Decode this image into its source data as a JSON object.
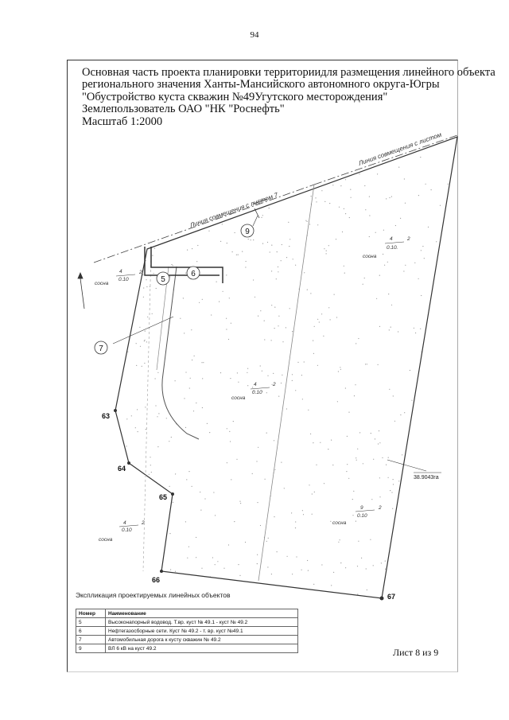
{
  "page_number": "94",
  "title_lines": [
    "Основная часть проекта планировки территориидля размещения линейного объекта",
    "регионального значения Ханты-Мансийского автономного округа-Югры",
    "\"Обустройство куста скважин №49Угутского месторождения\"",
    "Землепользователь ОАО \"НК \"Роснефть\"",
    "Масштаб 1:2000"
  ],
  "map": {
    "match_lines": [
      "Линия совмещения с листом 7",
      "Линия совмещения с листом"
    ],
    "forest_labels": [
      {
        "species": "сосна",
        "class": "4",
        "density": "0.10",
        "bonitet": "2"
      },
      {
        "species": "сосна",
        "class": "4",
        "density": "0.10",
        "bonitet": "2"
      },
      {
        "species": "сосна",
        "class": "4",
        "density": "0.10",
        "bonitet": "2"
      },
      {
        "species": "сосна",
        "class": "4",
        "density": "0.10",
        "bonitet": "2"
      },
      {
        "species": "сосна",
        "class": "9",
        "density": "0.10",
        "bonitet": "2"
      }
    ],
    "callouts": [
      "5",
      "6",
      "7",
      "9"
    ],
    "points": [
      "63",
      "64",
      "65",
      "66",
      "67"
    ],
    "area_label": "38.9043га"
  },
  "explication": {
    "title": "Экспликация проектируемых линейных объектов",
    "headers": [
      "Номер",
      "Наименование"
    ],
    "rows": [
      {
        "num": "5",
        "name": "Высоконапорный водовод. Т.вр. куст № 49.1 - куст № 49.2"
      },
      {
        "num": "6",
        "name": "Нефтегазосборные сети. Куст № 49.2 - т. вр. куст №49.1"
      },
      {
        "num": "7",
        "name": "Автомобильная дорога к кусту скважин № 49.2"
      },
      {
        "num": "9",
        "name": "ВЛ 6 кВ на куст 49.2"
      }
    ]
  },
  "sheet_count": "Лист 8 из 9"
}
